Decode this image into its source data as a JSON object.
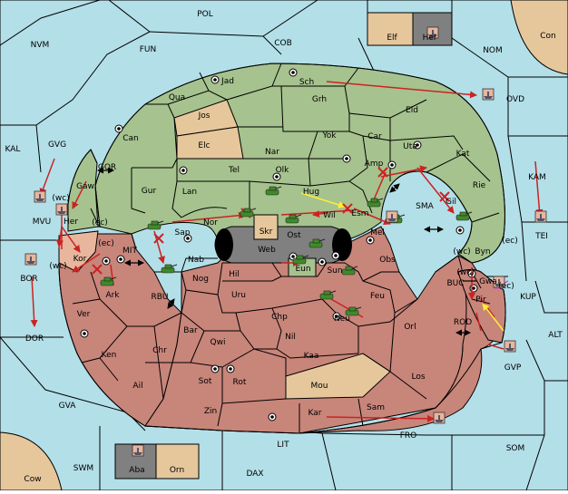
{
  "colors": {
    "sea": "#b3dfe8",
    "green": "#a6c28e",
    "red": "#c8857a",
    "tan": "#e6c79c",
    "pink": "#e8b59d",
    "dark": "#808080",
    "border": "#000000",
    "order_red": "#cc2222",
    "order_yellow": "#ffee33",
    "order_magenta": "#dd44dd",
    "unit_green": "#3f8a2a",
    "unit_red": "#b24a4a"
  },
  "labels": [
    {
      "id": "POL",
      "text": "POL"
    },
    {
      "id": "COB",
      "text": "COB"
    },
    {
      "id": "FUN",
      "text": "FUN"
    },
    {
      "id": "NVM",
      "text": "NVM"
    },
    {
      "id": "NOM",
      "text": "NOM"
    },
    {
      "id": "Con",
      "text": "Con"
    },
    {
      "id": "Elf",
      "text": "Elf"
    },
    {
      "id": "Hel",
      "text": "Hel"
    },
    {
      "id": "OVD",
      "text": "OVD"
    },
    {
      "id": "KAL",
      "text": "KAL"
    },
    {
      "id": "GVG",
      "text": "GVG"
    },
    {
      "id": "GOR",
      "text": "GOR"
    },
    {
      "id": "KAM",
      "text": "KAM"
    },
    {
      "id": "TEI",
      "text": "TEI"
    },
    {
      "id": "MVU",
      "text": "MVU"
    },
    {
      "id": "BOR",
      "text": "BOR"
    },
    {
      "id": "DOR",
      "text": "DOR"
    },
    {
      "id": "MIT",
      "text": "MIT"
    },
    {
      "id": "RBU",
      "text": "RBU"
    },
    {
      "id": "SMA",
      "text": "SMA"
    },
    {
      "id": "BUC",
      "text": "BUC"
    },
    {
      "id": "KUP",
      "text": "KUP"
    },
    {
      "id": "ROD",
      "text": "ROD"
    },
    {
      "id": "ALT",
      "text": "ALT"
    },
    {
      "id": "GVP",
      "text": "GVP"
    },
    {
      "id": "GVA",
      "text": "GVA"
    },
    {
      "id": "FRO",
      "text": "FRO"
    },
    {
      "id": "SOM",
      "text": "SOM"
    },
    {
      "id": "LIT",
      "text": "LIT"
    },
    {
      "id": "SWM",
      "text": "SWM"
    },
    {
      "id": "DAX",
      "text": "DAX"
    },
    {
      "id": "Cow",
      "text": "Cow"
    },
    {
      "id": "Aba",
      "text": "Aba"
    },
    {
      "id": "Orn",
      "text": "Orn"
    },
    {
      "id": "Jad",
      "text": "Jad"
    },
    {
      "id": "Sch",
      "text": "Sch"
    },
    {
      "id": "Qua",
      "text": "Qua"
    },
    {
      "id": "Jos",
      "text": "Jos"
    },
    {
      "id": "Grh",
      "text": "Grh"
    },
    {
      "id": "Eld",
      "text": "Eld"
    },
    {
      "id": "Can",
      "text": "Can"
    },
    {
      "id": "Elc",
      "text": "Elc"
    },
    {
      "id": "Nar",
      "text": "Nar"
    },
    {
      "id": "Yok",
      "text": "Yok"
    },
    {
      "id": "Car",
      "text": "Car"
    },
    {
      "id": "Uta",
      "text": "Uta"
    },
    {
      "id": "Kat",
      "text": "Kat"
    },
    {
      "id": "Tel",
      "text": "Tel"
    },
    {
      "id": "Olk",
      "text": "Olk"
    },
    {
      "id": "Amp",
      "text": "Amp"
    },
    {
      "id": "Gaw",
      "text": "Gaw"
    },
    {
      "id": "Gur",
      "text": "Gur"
    },
    {
      "id": "Lan",
      "text": "Lan"
    },
    {
      "id": "Hug",
      "text": "Hug"
    },
    {
      "id": "Rie",
      "text": "Rie"
    },
    {
      "id": "Gil",
      "text": "Gil"
    },
    {
      "id": "wc1",
      "text": "(wc)"
    },
    {
      "id": "Her",
      "text": "Her"
    },
    {
      "id": "ec1",
      "text": "(ec)"
    },
    {
      "id": "Nor",
      "text": "Nor"
    },
    {
      "id": "Wil",
      "text": "Wil"
    },
    {
      "id": "Esm",
      "text": "Esm"
    },
    {
      "id": "Skr",
      "text": "Skr"
    },
    {
      "id": "Ost",
      "text": "Ost"
    },
    {
      "id": "Mel",
      "text": "Mel"
    },
    {
      "id": "Sap",
      "text": "Sap"
    },
    {
      "id": "Web",
      "text": "Web"
    },
    {
      "id": "ec2",
      "text": "(ec)"
    },
    {
      "id": "Kor",
      "text": "Kor"
    },
    {
      "id": "wc2",
      "text": "(wc)"
    },
    {
      "id": "Nab",
      "text": "Nab"
    },
    {
      "id": "Eun",
      "text": "Eun"
    },
    {
      "id": "Obs",
      "text": "Obs"
    },
    {
      "id": "wc3",
      "text": "(wc)"
    },
    {
      "id": "Byn",
      "text": "Byn"
    },
    {
      "id": "ec3",
      "text": "(ec)"
    },
    {
      "id": "Hil",
      "text": "Hil"
    },
    {
      "id": "Sun",
      "text": "Sun"
    },
    {
      "id": "wc4",
      "text": "(wc)"
    },
    {
      "id": "Gwa",
      "text": "Gwa"
    },
    {
      "id": "ec4",
      "text": "(ec)"
    },
    {
      "id": "Nog",
      "text": "Nog"
    },
    {
      "id": "Ark",
      "text": "Ark"
    },
    {
      "id": "Uru",
      "text": "Uru"
    },
    {
      "id": "Feu",
      "text": "Feu"
    },
    {
      "id": "Pir",
      "text": "Pir"
    },
    {
      "id": "Ver",
      "text": "Ver"
    },
    {
      "id": "Chp",
      "text": "Chp"
    },
    {
      "id": "Neu",
      "text": "Neu"
    },
    {
      "id": "Orl",
      "text": "Orl"
    },
    {
      "id": "Bar",
      "text": "Bar"
    },
    {
      "id": "Qwi",
      "text": "Qwi"
    },
    {
      "id": "Nil",
      "text": "Nil"
    },
    {
      "id": "Ken",
      "text": "Ken"
    },
    {
      "id": "Chr",
      "text": "Chr"
    },
    {
      "id": "Kaa",
      "text": "Kaa"
    },
    {
      "id": "Ail",
      "text": "Ail"
    },
    {
      "id": "Sot",
      "text": "Sot"
    },
    {
      "id": "Rot",
      "text": "Rot"
    },
    {
      "id": "Mou",
      "text": "Mou"
    },
    {
      "id": "Los",
      "text": "Los"
    },
    {
      "id": "Zin",
      "text": "Zin"
    },
    {
      "id": "Kar",
      "text": "Kar"
    },
    {
      "id": "Sam",
      "text": "Sam"
    }
  ]
}
